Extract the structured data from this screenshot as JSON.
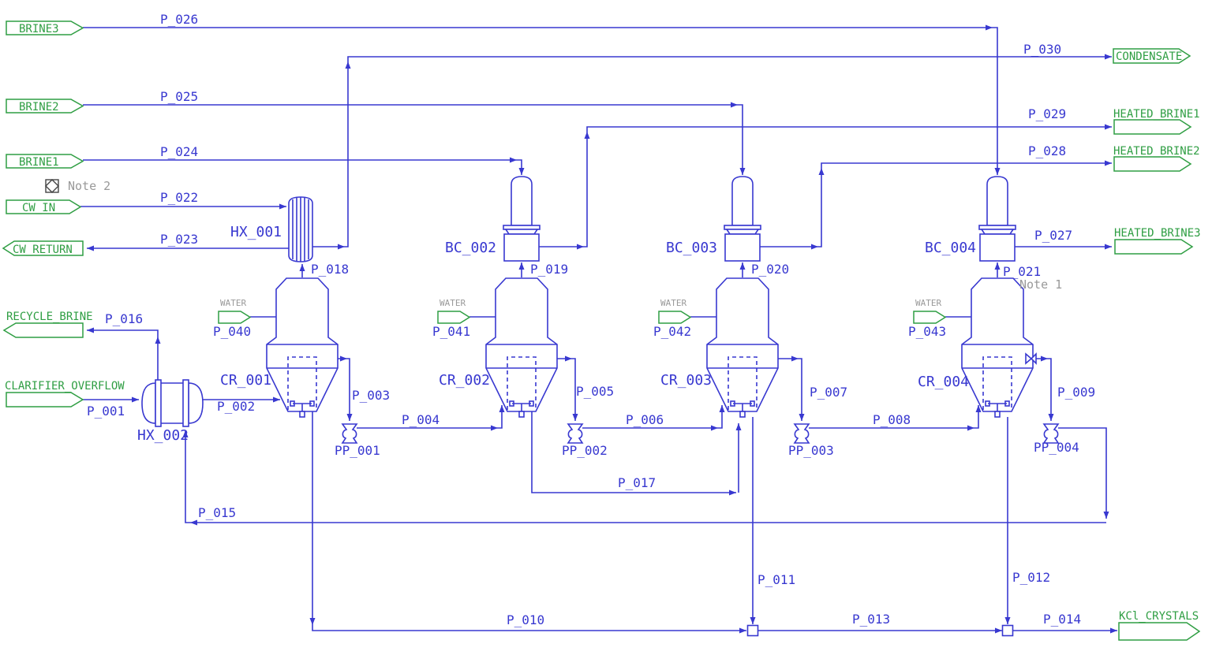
{
  "colors": {
    "line_blue": "#3838d0",
    "tag_green": "#2f9e43",
    "note_gray": "#999999",
    "background": "#ffffff"
  },
  "notes": {
    "note_1": "Note 1",
    "note_2": "Note 2"
  },
  "water_label": "WATER",
  "tags": {
    "brine3": "BRINE3",
    "brine2": "BRINE2",
    "brine1": "BRINE1",
    "cw_in": "CW_IN",
    "cw_return": "CW_RETURN",
    "recycle_brine": "RECYCLE_BRINE",
    "clarifier_overflow": "CLARIFIER_OVERFLOW",
    "condensate": "CONDENSATE",
    "heated_brine1": "HEATED_BRINE1",
    "heated_brine2": "HEATED_BRINE2",
    "heated_brine3": "HEATED_BRINE3",
    "kcl_crystals": "KCl_CRYSTALS"
  },
  "equipment": {
    "hx_001": "HX_001",
    "hx_002": "HX_002",
    "cr_001": "CR_001",
    "cr_002": "CR_002",
    "cr_003": "CR_003",
    "cr_004": "CR_004",
    "bc_002": "BC_002",
    "bc_003": "BC_003",
    "bc_004": "BC_004",
    "pp_001": "PP_001",
    "pp_002": "PP_002",
    "pp_003": "PP_003",
    "pp_004": "PP_004"
  },
  "streams": {
    "p_001": "P_001",
    "p_002": "P_002",
    "p_003": "P_003",
    "p_004": "P_004",
    "p_005": "P_005",
    "p_006": "P_006",
    "p_007": "P_007",
    "p_008": "P_008",
    "p_009": "P_009",
    "p_010": "P_010",
    "p_011": "P_011",
    "p_012": "P_012",
    "p_013": "P_013",
    "p_014": "P_014",
    "p_015": "P_015",
    "p_016": "P_016",
    "p_017": "P_017",
    "p_018": "P_018",
    "p_019": "P_019",
    "p_020": "P_020",
    "p_021": "P_021",
    "p_022": "P_022",
    "p_023": "P_023",
    "p_024": "P_024",
    "p_025": "P_025",
    "p_026": "P_026",
    "p_027": "P_027",
    "p_028": "P_028",
    "p_029": "P_029",
    "p_030": "P_030",
    "p_040": "P_040",
    "p_041": "P_041",
    "p_042": "P_042",
    "p_043": "P_043"
  }
}
